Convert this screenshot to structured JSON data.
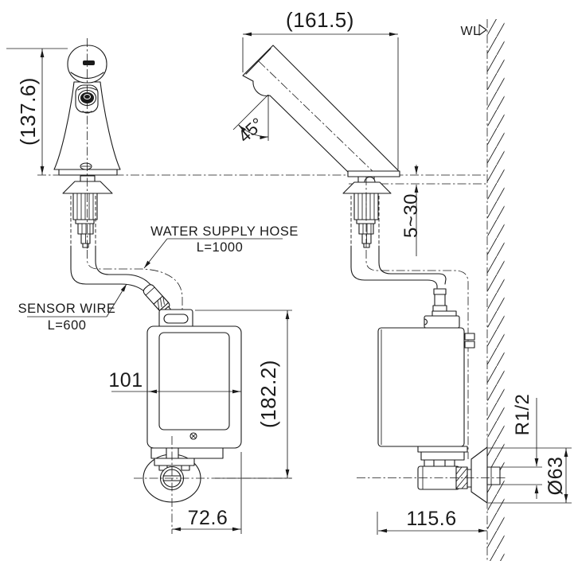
{
  "colors": {
    "ink": "#1a1a1a",
    "paper": "#ffffff"
  },
  "dimensions": {
    "faucet_overall_height": "(137.6)",
    "spout_projection": "(161.5)",
    "spout_angle": "45°",
    "deck_thickness_range": "5~30",
    "controller_width": "101",
    "controller_overall_height": "(182.2)",
    "valve_center_to_controller_edge": "72.6",
    "controller_front_to_wall": "115.6",
    "supply_connection_thread": "R1/2",
    "escutcheon_diameter": "Ø63"
  },
  "annotations": {
    "wall_line_label": "WL",
    "water_supply_hose_label": "WATER SUPPLY HOSE",
    "water_supply_hose_length": "L=1000",
    "sensor_wire_label": "SENSOR WIRE",
    "sensor_wire_length": "L=600"
  }
}
